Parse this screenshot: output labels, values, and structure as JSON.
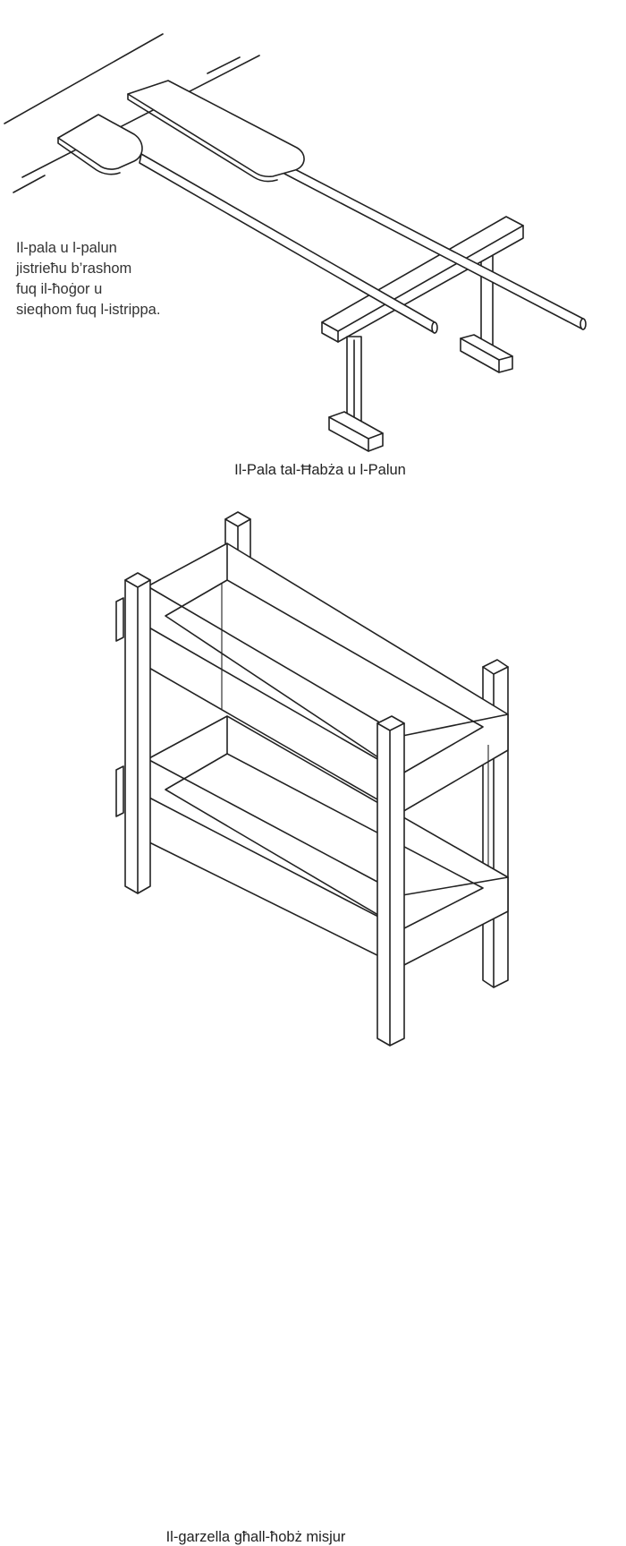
{
  "figure1": {
    "note_lines": [
      "Il-pala u l-palun",
      "jistrieħu b’rashom",
      "fuq il-ħoġor u",
      "sieqhom fuq l-istrippa."
    ],
    "caption": "Il-Pala tal-Ħabża u l-Palun"
  },
  "figure2": {
    "caption": "Il-garzella għall-ħobż misjur"
  }
}
